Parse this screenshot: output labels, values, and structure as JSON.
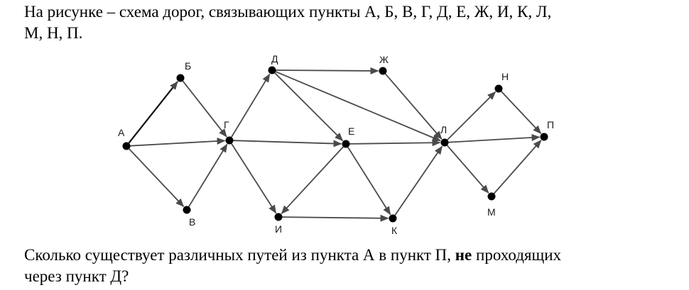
{
  "intro": {
    "text_line1": "На рисунке – схема дорог, связывающих пункты А, Б, В, Г, Д, Е, Ж, И, К, Л,",
    "text_line2": "М, Н, П."
  },
  "graph": {
    "nodes": [
      {
        "id": "A",
        "label": "А"
      },
      {
        "id": "B",
        "label": "Б"
      },
      {
        "id": "V",
        "label": "В"
      },
      {
        "id": "G",
        "label": "Г"
      },
      {
        "id": "D",
        "label": "Д"
      },
      {
        "id": "E",
        "label": "Е"
      },
      {
        "id": "ZH",
        "label": "Ж"
      },
      {
        "id": "I",
        "label": "И"
      },
      {
        "id": "K",
        "label": "К"
      },
      {
        "id": "L",
        "label": "Л"
      },
      {
        "id": "M",
        "label": "М"
      },
      {
        "id": "N",
        "label": "Н"
      },
      {
        "id": "P",
        "label": "П"
      }
    ],
    "edges": [
      {
        "from": "A",
        "to": "B"
      },
      {
        "from": "A",
        "to": "G"
      },
      {
        "from": "A",
        "to": "V"
      },
      {
        "from": "B",
        "to": "G"
      },
      {
        "from": "V",
        "to": "G"
      },
      {
        "from": "G",
        "to": "D"
      },
      {
        "from": "G",
        "to": "E"
      },
      {
        "from": "G",
        "to": "I"
      },
      {
        "from": "D",
        "to": "ZH"
      },
      {
        "from": "D",
        "to": "E"
      },
      {
        "from": "D",
        "to": "L"
      },
      {
        "from": "ZH",
        "to": "L"
      },
      {
        "from": "E",
        "to": "L"
      },
      {
        "from": "E",
        "to": "I"
      },
      {
        "from": "E",
        "to": "K"
      },
      {
        "from": "I",
        "to": "K"
      },
      {
        "from": "K",
        "to": "L"
      },
      {
        "from": "L",
        "to": "N"
      },
      {
        "from": "L",
        "to": "P"
      },
      {
        "from": "L",
        "to": "M"
      },
      {
        "from": "N",
        "to": "P"
      },
      {
        "from": "M",
        "to": "P"
      }
    ]
  },
  "question": {
    "before": "Сколько существует различных путей из пункта А в пункт П, ",
    "emphasis": "не",
    "after": " проходящих",
    "line2": "через пункт Д?"
  }
}
